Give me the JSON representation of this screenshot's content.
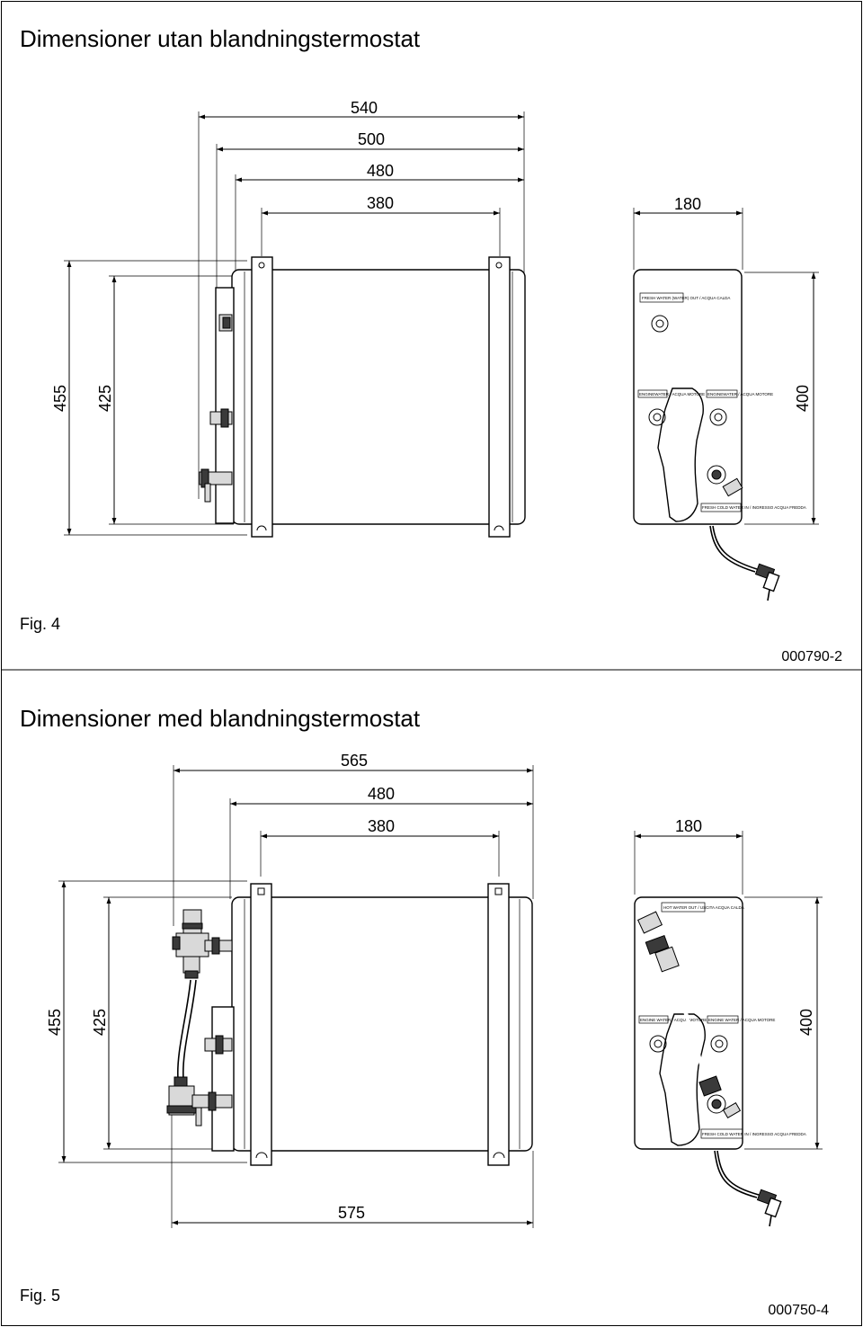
{
  "figure4": {
    "heading": "Dimensioner utan blandningstermostat",
    "dims": {
      "d540": "540",
      "d500": "500",
      "d480": "480",
      "d380": "380",
      "d180": "180",
      "d455": "455",
      "d425": "425",
      "d400": "400"
    },
    "fig_label": "Fig. 4",
    "drawing_code": "000790-2",
    "label_top": "FRESH WATER (WATER) OUT / ACQUA CALDA",
    "label_engine_left": "ENGINEWATER / ACQUA MOTORE",
    "label_engine_right": "ENGINEWATER / ACQUA MOTORE",
    "label_bottom": "FRESH COLD WATER IN / INGRESSO ACQUA FREDDA"
  },
  "figure5": {
    "heading": "Dimensioner med blandningstermostat",
    "dims": {
      "d565": "565",
      "d480": "480",
      "d380": "380",
      "d180": "180",
      "d455": "455",
      "d425": "425",
      "d400": "400",
      "d575": "575"
    },
    "fig_label": "Fig. 5",
    "drawing_code": "000750-4",
    "label_top": "HOT WATER OUT / USCITA ACQUA CALDA",
    "label_engine_left": "ENGINE WATER / ACQUA MOTORE",
    "label_engine_right": "ENGINE WATER / ACQUA MOTORE",
    "label_bottom": "FRESH COLD WATER IN / INGRESSO ACQUA FREDDA"
  }
}
